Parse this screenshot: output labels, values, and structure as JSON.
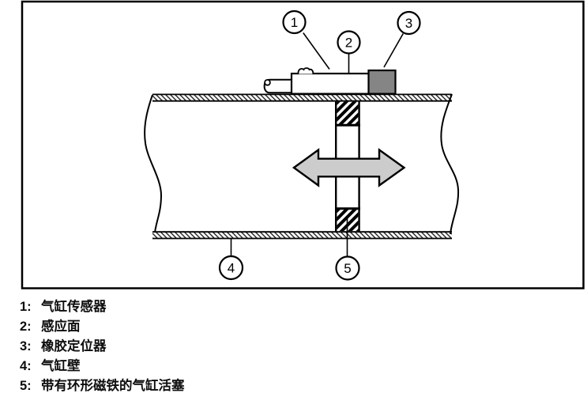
{
  "diagram": {
    "callouts": [
      "1",
      "2",
      "3",
      "4",
      "5"
    ],
    "legend": [
      {
        "num": "1:",
        "label": "气缸传感器"
      },
      {
        "num": "2:",
        "label": "感应面"
      },
      {
        "num": "3:",
        "label": "橡胶定位器"
      },
      {
        "num": "4:",
        "label": "气缸壁"
      },
      {
        "num": "5:",
        "label": "带有环形磁铁的气缸活塞"
      }
    ],
    "colors": {
      "line": "#000000",
      "rubber_positioner_fill": "#858585",
      "motion_arrow_fill": "#cccccc"
    }
  }
}
